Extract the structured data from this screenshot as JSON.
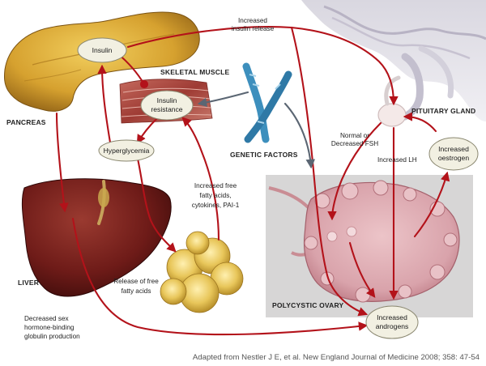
{
  "labels": {
    "pancreas": "PANCREAS",
    "skeletal_muscle": "SKELETAL MUSCLE",
    "pituitary_gland": "PITUITARY GLAND",
    "genetic_factors": "GENETIC FACTORS",
    "liver": "LIVER",
    "polycystic_ovary": "POLYCYSTIC OVARY"
  },
  "nodes": {
    "insulin": [
      "Insulin"
    ],
    "insulin_resistance": [
      "Insulin",
      "resistance"
    ],
    "hyperglycemia": [
      "Hyperglycemia"
    ],
    "increased_oestrogen": [
      "Increased",
      "oestrogen"
    ],
    "increased_androgens": [
      "Increased",
      "androgens"
    ]
  },
  "annotations": {
    "increased_insulin_release": [
      "Increased",
      "insulin release"
    ],
    "normal_or_decreased_fsh": [
      "Normal or",
      "Decreased FSH"
    ],
    "increased_lh": [
      "Increased LH"
    ],
    "free_fatty_acids": [
      "Increased free",
      "fatty acids,",
      "cytokines, PAI-1"
    ],
    "release_free_fatty_acids": [
      "Release of free",
      "fatty acids"
    ],
    "shbg": [
      "Decreased sex",
      "hormone-binding",
      "globulin production"
    ]
  },
  "source": "Adapted from Nestler J E, et al. New England Journal of Medicine 2008; 358: 47-54",
  "colors": {
    "arrow": "#b3121a",
    "inhibit_arrow": "#5b6673",
    "node_fill": "#f2f0e2",
    "pancreas": "#d6a12f",
    "liver": "#6e1b18",
    "ovary": "#d9a3ab",
    "chromosome": "#3d8fbd",
    "fat": "#e8c65a"
  }
}
